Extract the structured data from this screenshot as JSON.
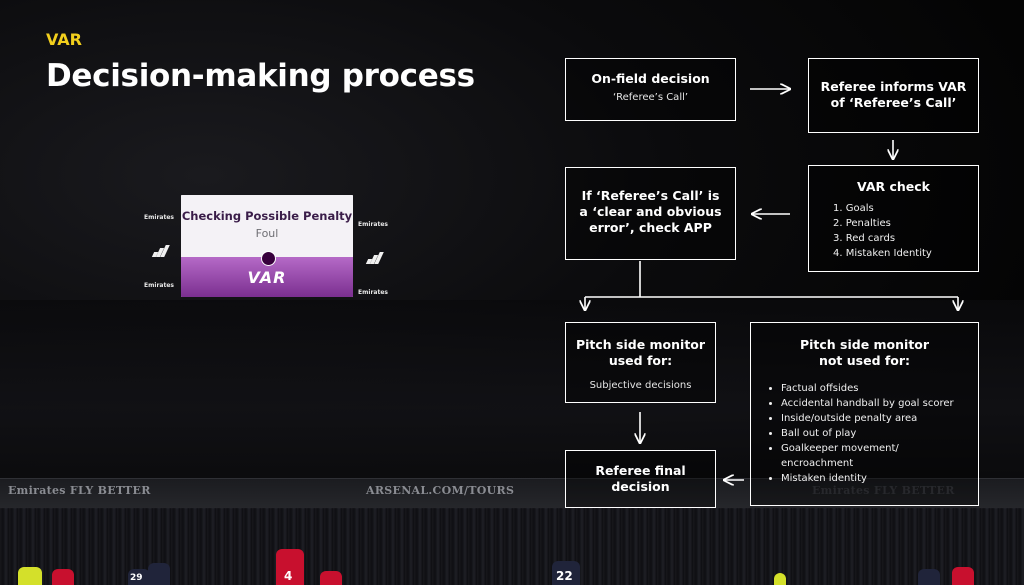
{
  "header": {
    "kicker": "VAR",
    "title": "Decision-making process"
  },
  "screen": {
    "title": "Checking Possible Penalty",
    "subtitle": "Foul",
    "logo_text": "VAR",
    "sponsor": "Emirates"
  },
  "background": {
    "ad_boards": [
      "Emirates FLY BETTER",
      "ARSENAL.COM/TOURS",
      "Emirates FLY BETTER"
    ],
    "player_numbers": [
      "4",
      "22",
      "29"
    ]
  },
  "flow": {
    "on_field": {
      "title": "On-field decision",
      "sub": "‘Referee’s Call’"
    },
    "informs": {
      "title": "Referee informs VAR of ‘Referee’s Call’"
    },
    "var_check": {
      "title": "VAR check",
      "items": [
        "Goals",
        "Penalties",
        "Red cards",
        "Mistaken Identity"
      ]
    },
    "clear_error": {
      "title": "If ‘Referee’s Call’ is a ‘clear and obvious error’, check APP"
    },
    "monitor_used": {
      "title": "Pitch side monitor used for:",
      "sub": "Subjective decisions"
    },
    "monitor_not_used": {
      "title": "Pitch side monitor not used for:",
      "items": [
        "Factual offsides",
        "Accidental handball by goal scorer",
        "Inside/outside penalty area",
        "Ball out of play",
        "Goalkeeper movement/ encroachment",
        "Mistaken identity"
      ]
    },
    "final": {
      "title": "Referee final decision"
    }
  },
  "colors": {
    "accent": "#f2cf1d",
    "line": "#ffffff",
    "var_purple": "#7b2f90"
  }
}
